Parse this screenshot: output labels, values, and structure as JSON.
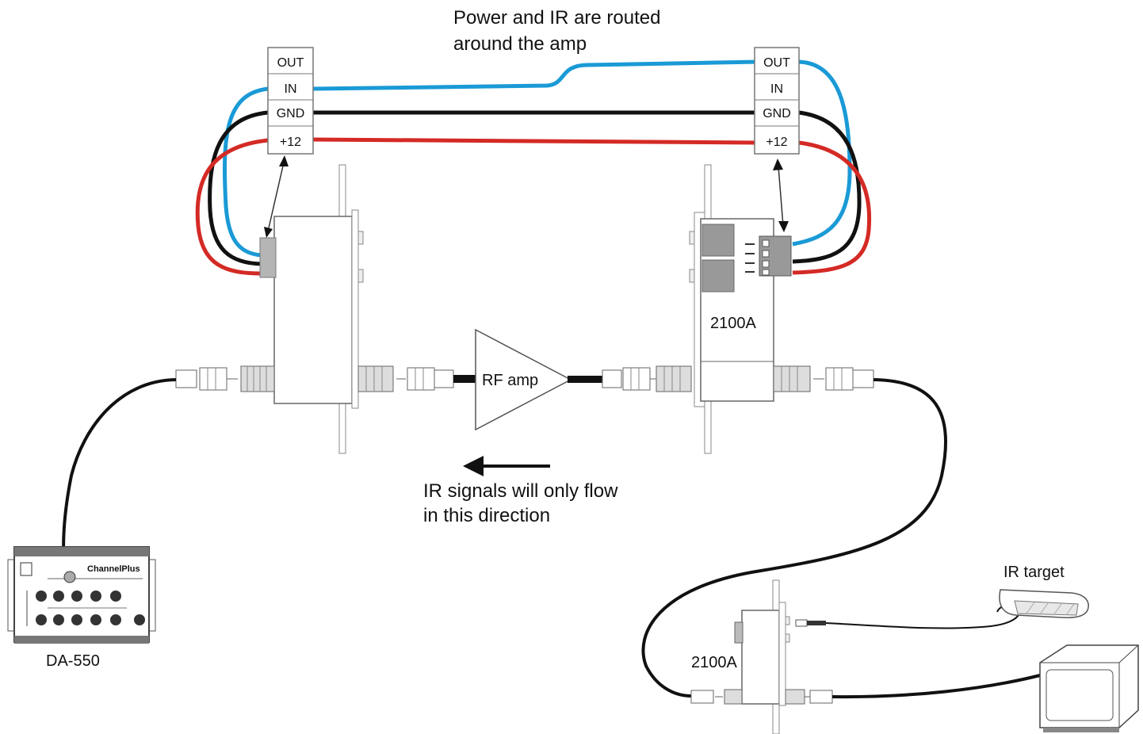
{
  "caption_top": [
    "Power and IR are routed",
    "around the amp"
  ],
  "terminal_left": [
    "OUT",
    "IN",
    "GND",
    "+12"
  ],
  "terminal_right": [
    "OUT",
    "IN",
    "GND",
    "+12"
  ],
  "rf_amp_label": "RF amp",
  "device_top_right_label": "2100A",
  "device_bottom_label": "2100A",
  "ir_flow_note": [
    "IR signals will only flow",
    "in this direction"
  ],
  "ir_target_label": "IR target",
  "da550_label": "DA-550",
  "da550_brand": "ChannelPlus",
  "wire_colors": {
    "in": "#1a9ad6",
    "gnd": "#111111",
    "plus12": "#d42a25"
  }
}
